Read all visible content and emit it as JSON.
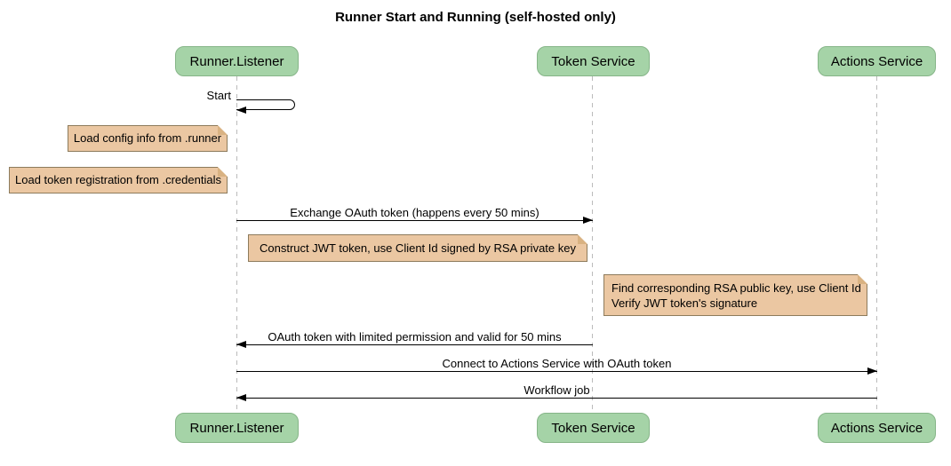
{
  "title": "Runner Start and Running (self-hosted only)",
  "participants": [
    {
      "label": "Runner.Listener"
    },
    {
      "label": "Token Service"
    },
    {
      "label": "Actions Service"
    }
  ],
  "notes": [
    {
      "text": "Load config info from .runner",
      "anchor": "left of Runner.Listener"
    },
    {
      "text": "Load token registration from .credentials",
      "anchor": "left of Runner.Listener"
    },
    {
      "text": "Construct JWT token, use Client Id signed by RSA private key",
      "anchor": "right of Runner.Listener"
    },
    {
      "lines": [
        "Find corresponding RSA public key, use Client Id",
        "Verify JWT token's signature"
      ],
      "anchor": "left of Actions Service"
    }
  ],
  "messages": [
    {
      "label": "Start",
      "from": "Runner.Listener",
      "to": "Runner.Listener",
      "type": "self"
    },
    {
      "label": "Exchange OAuth token (happens every 50 mins)",
      "from": "Runner.Listener",
      "to": "Token Service",
      "direction": "right"
    },
    {
      "label": "OAuth token with limited permission and valid for 50 mins",
      "from": "Token Service",
      "to": "Runner.Listener",
      "direction": "left"
    },
    {
      "label": "Connect to Actions Service with OAuth token",
      "from": "Runner.Listener",
      "to": "Actions Service",
      "direction": "right"
    },
    {
      "label": "Workflow job",
      "from": "Actions Service",
      "to": "Runner.Listener",
      "direction": "left"
    }
  ],
  "colors": {
    "participant_fill": "#a5d3a7",
    "participant_border": "#86b588",
    "note_fill": "#ebc7a2",
    "note_border": "#8d7b5c",
    "lifeline": "#bbbbbb",
    "arrow": "#000000",
    "background": "#ffffff"
  }
}
